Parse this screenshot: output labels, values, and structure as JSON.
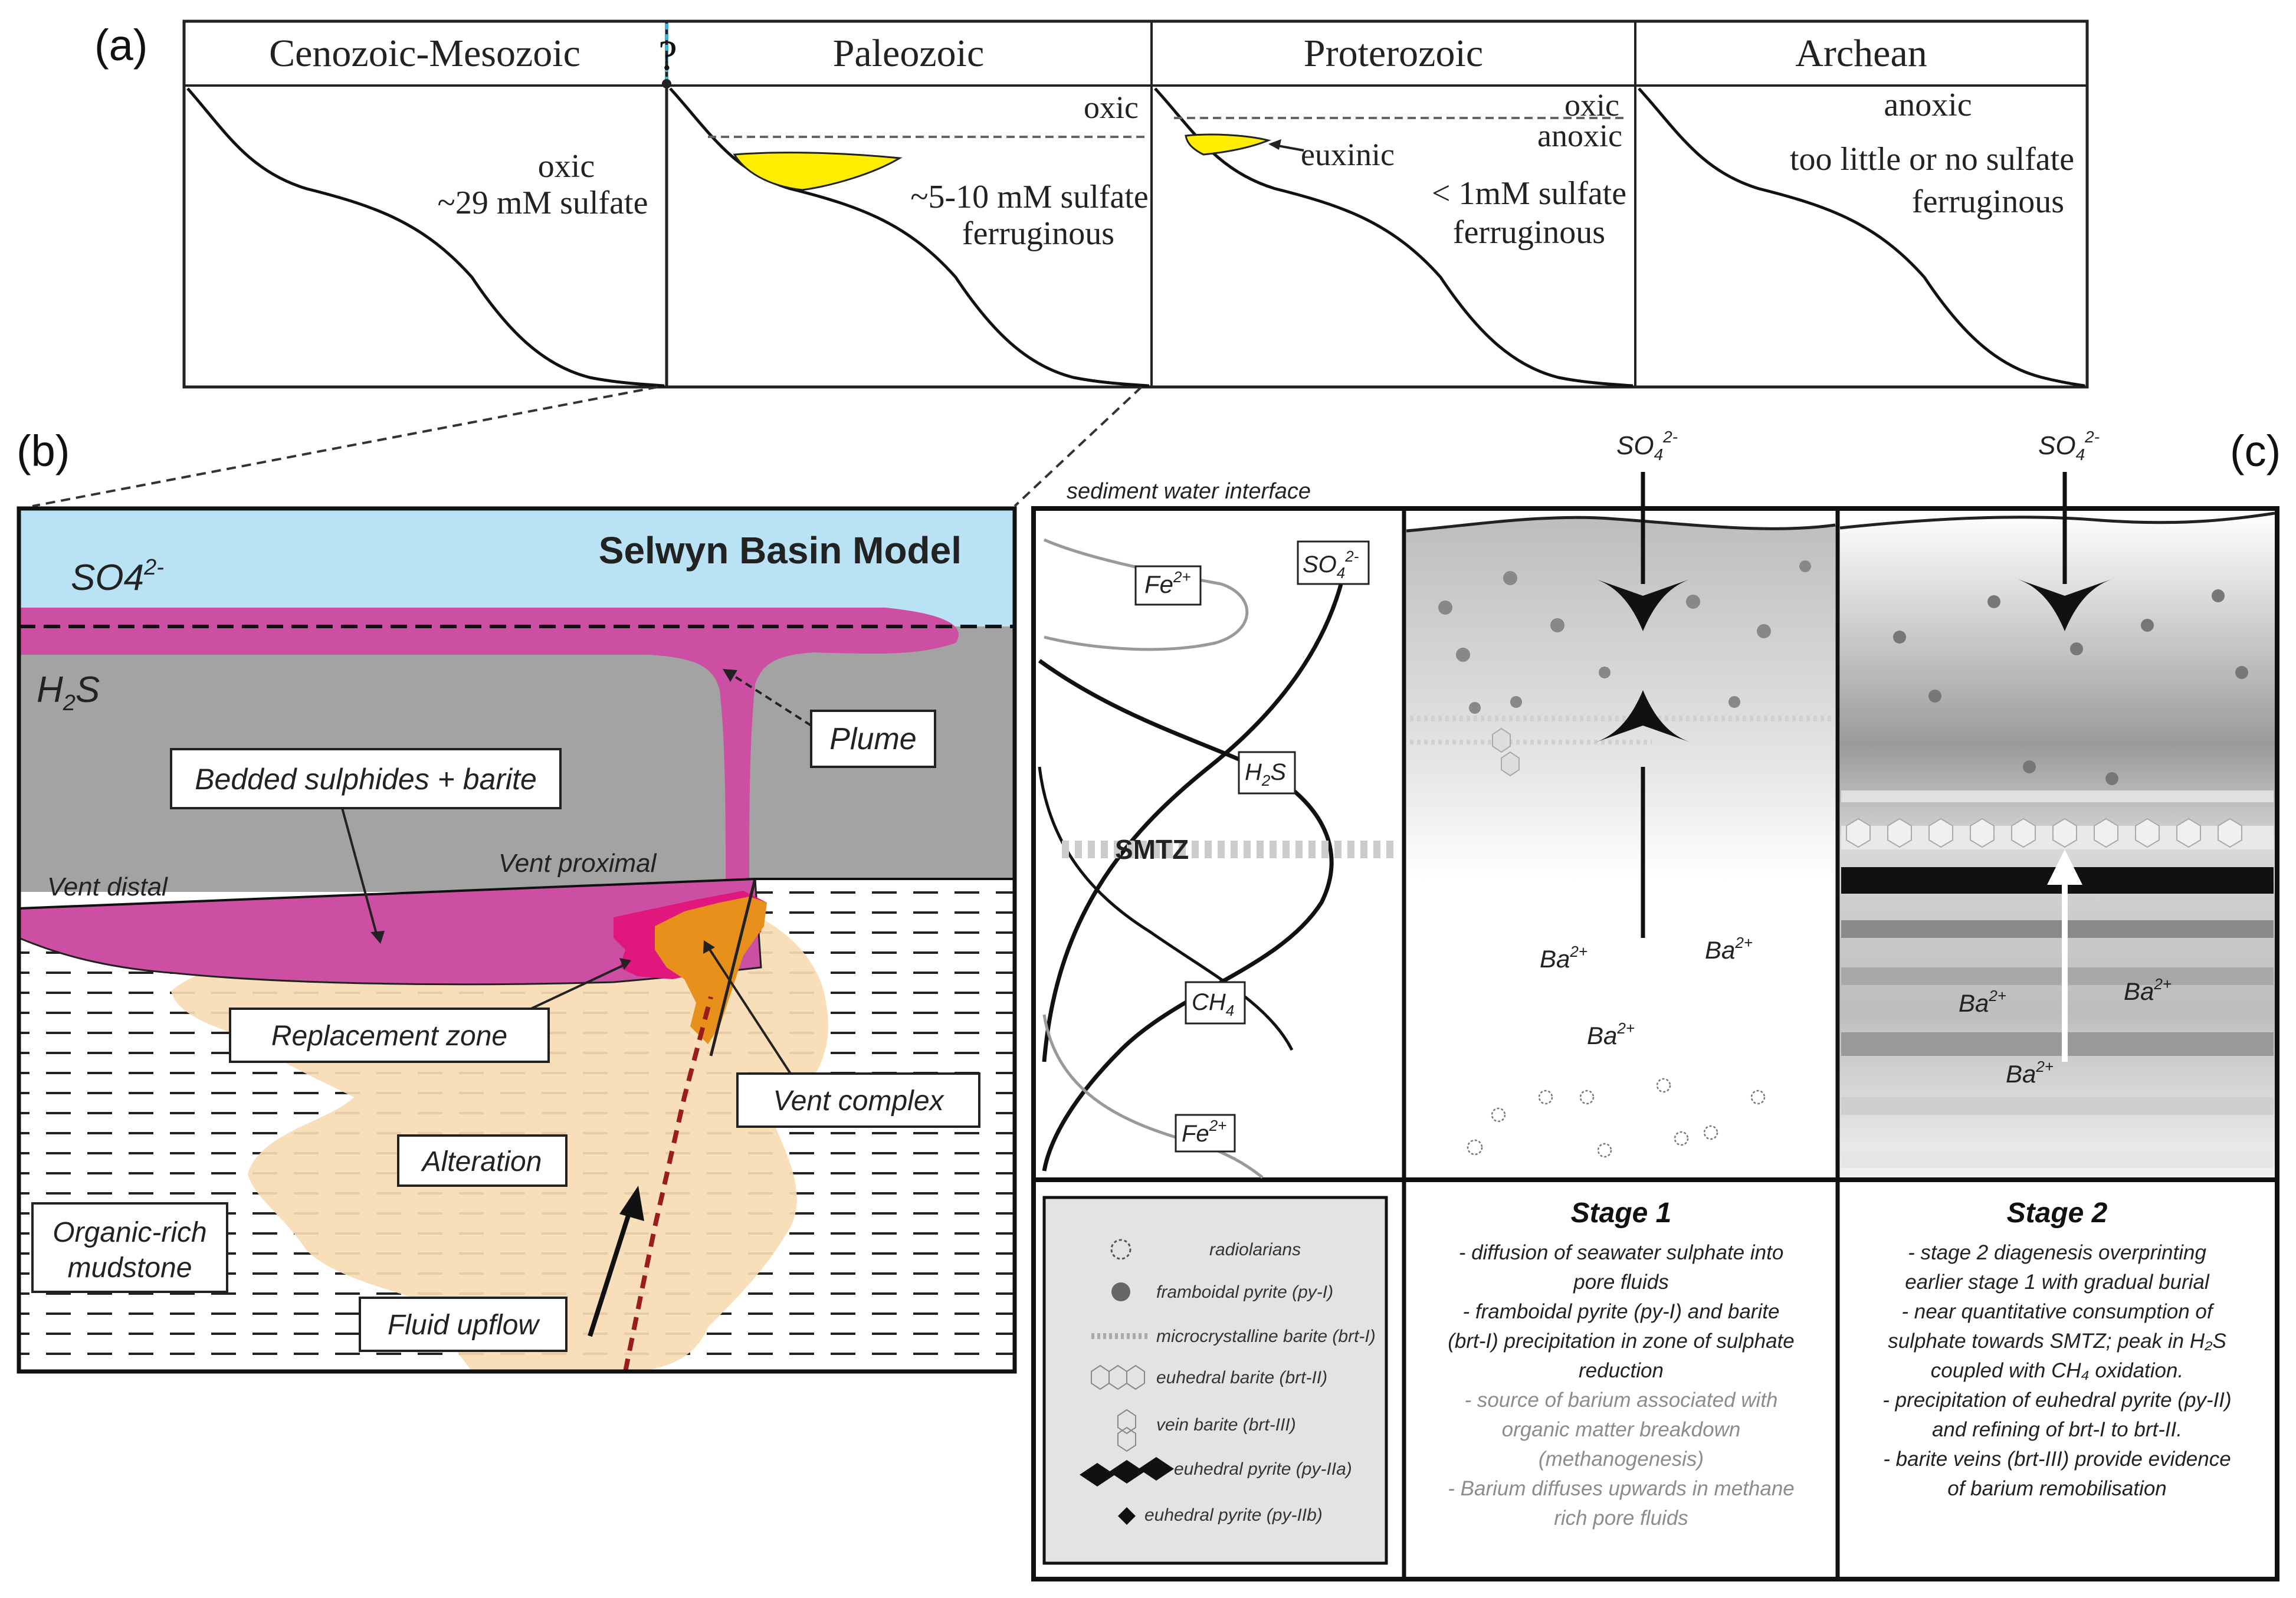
{
  "panel_labels": {
    "a": "(a)",
    "b": "(b)",
    "c": "(c)"
  },
  "panel_a": {
    "question_mark": "?",
    "eras": [
      {
        "name": "Cenozoic-Mesozoic",
        "lines": [
          "oxic",
          "~29 mM sulfate"
        ]
      },
      {
        "name": "Paleozoic",
        "top": "oxic",
        "lines": [
          "~5-10 mM sulfate",
          "ferruginous"
        ]
      },
      {
        "name": "Proterozoic",
        "top": "oxic",
        "top2": "anoxic",
        "callout": "euxinic",
        "lines": [
          "< 1mM sulfate",
          "ferruginous"
        ]
      },
      {
        "name": "Archean",
        "top": "anoxic",
        "lines": [
          "too little or no sulfate",
          "ferruginous"
        ]
      }
    ]
  },
  "panel_b": {
    "title": "Selwyn Basin Model",
    "labels": {
      "so4": "SO4",
      "so4_charge": "2-",
      "h2s_h": "H",
      "h2s_2": "2",
      "h2s_s": "S",
      "plume": "Plume",
      "bedded": "Bedded sulphides + barite",
      "vent_distal": "Vent distal",
      "vent_proximal": "Vent proximal",
      "replacement": "Replacement zone",
      "vent_complex": "Vent complex",
      "alteration": "Alteration",
      "organic_1": "Organic-rich",
      "organic_2": "mudstone",
      "fluid": "Fluid upflow"
    },
    "colors": {
      "sky": "#b9e3f4",
      "water": "#a3a3a3",
      "magenta": "#cc4fa4",
      "orange": "#e8901c",
      "alteration": "#f7dcb4"
    }
  },
  "panel_c": {
    "interface_label": "sediment water interface",
    "profile_labels": {
      "fe_top": "Fe",
      "fe_charge": "2+",
      "so4": "SO",
      "so4_sub": "4",
      "so4_charge": "2-",
      "h2s": "H",
      "h2s_sub": "2",
      "h2s_s": "S",
      "smtz": "SMTZ",
      "ch4": "CH",
      "ch4_sub": "4",
      "fe_bottom": "Fe"
    },
    "top_arrows": {
      "label": "SO",
      "sub": "4",
      "charge": "2-"
    },
    "ba": {
      "text": "Ba",
      "charge": "2+"
    },
    "legend": [
      "radiolarians",
      "framboidal pyrite (py-I)",
      "microcrystalline barite (brt-I)",
      "euhedral barite (brt-II)",
      "vein barite (brt-III)",
      "euhedral pyrite (py-IIa)",
      "euhedral pyrite (py-IIb)"
    ],
    "stage1": {
      "title": "Stage 1",
      "lines": [
        {
          "t": "- diffusion of seawater sulphate into",
          "c": "#222"
        },
        {
          "t": "pore fluids",
          "c": "#222"
        },
        {
          "t": "- framboidal pyrite (py-I) and barite",
          "c": "#222"
        },
        {
          "t": "(brt-I) precipitation in zone of sulphate",
          "c": "#222"
        },
        {
          "t": "reduction",
          "c": "#222"
        },
        {
          "t": "- source of barium associated with",
          "c": "#8c8c8c"
        },
        {
          "t": "organic matter breakdown",
          "c": "#8c8c8c"
        },
        {
          "t": "(methanogenesis)",
          "c": "#8c8c8c"
        },
        {
          "t": "- Barium diffuses upwards in methane",
          "c": "#8c8c8c"
        },
        {
          "t": "rich pore fluids",
          "c": "#8c8c8c"
        }
      ]
    },
    "stage2": {
      "title": "Stage 2",
      "lines": [
        {
          "t": "- stage 2 diagenesis overprinting",
          "c": "#222"
        },
        {
          "t": "earlier stage 1 with gradual burial",
          "c": "#222"
        },
        {
          "t": "- near quantitative consumption of",
          "c": "#222"
        },
        {
          "t": "sulphate towards SMTZ; peak in H₂S",
          "c": "#222"
        },
        {
          "t": "coupled with CH₄ oxidation.",
          "c": "#222"
        },
        {
          "t": "- precipitation of euhedral pyrite (py-II)",
          "c": "#222"
        },
        {
          "t": "and refining of brt-I to brt-II.",
          "c": "#222"
        },
        {
          "t": "- barite veins (brt-III) provide evidence",
          "c": "#222"
        },
        {
          "t": "of barium remobilisation",
          "c": "#222"
        }
      ]
    }
  }
}
